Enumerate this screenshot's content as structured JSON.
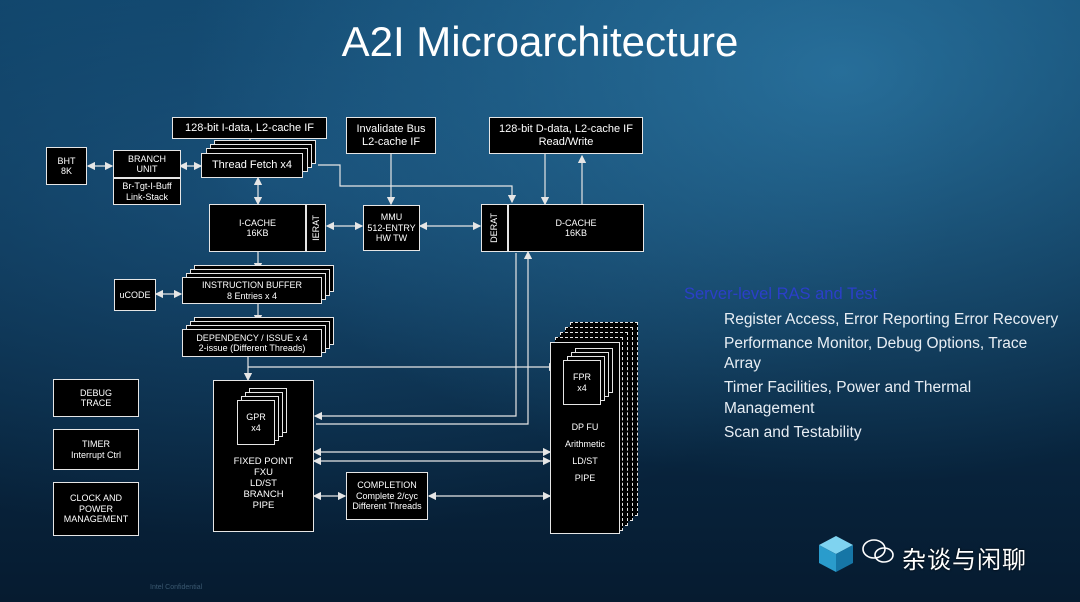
{
  "title": "A2I Microarchitecture",
  "blocks": {
    "idata_if": "128-bit I-data, L2-cache IF",
    "invalidate_bus_l1": "Invalidate Bus",
    "invalidate_bus_l2": "L2-cache IF",
    "ddata_if_l1": "128-bit D-data, L2-cache IF",
    "ddata_if_l2": "Read/Write",
    "bht_l1": "BHT",
    "bht_l2": "8K",
    "branch_unit_l1": "BRANCH",
    "branch_unit_l2": "UNIT",
    "branch_sub_l1": "Br-Tgt-I-Buff",
    "branch_sub_l2": "Link-Stack",
    "thread_fetch": "Thread Fetch x4",
    "icache_l1": "I-CACHE",
    "icache_l2": "16KB",
    "ierat": "IERAT",
    "mmu_l1": "MMU",
    "mmu_l2": "512-ENTRY",
    "mmu_l3": "HW TW",
    "derat": "DERAT",
    "dcache_l1": "D-CACHE",
    "dcache_l2": "16KB",
    "ucode": "uCODE",
    "ibuf_l1": "INSTRUCTION BUFFER",
    "ibuf_l2": "8 Entries x 4",
    "dep_l1": "DEPENDENCY / ISSUE x 4",
    "dep_l2": "2-issue (Different Threads)",
    "debug_l1": "DEBUG",
    "debug_l2": "TRACE",
    "timer_l1": "TIMER",
    "timer_l2": "Interrupt Ctrl",
    "clock_l1": "CLOCK AND",
    "clock_l2": "POWER",
    "clock_l3": "MANAGEMENT",
    "gpr_l1": "GPR",
    "gpr_l2": "x4",
    "fxu_l1": "FIXED POINT",
    "fxu_l2": "FXU",
    "fxu_l3": "LD/ST",
    "fxu_l4": "BRANCH",
    "fxu_l5": "PIPE",
    "completion_l1": "COMPLETION",
    "completion_l2": "Complete 2/cyc",
    "completion_l3": "Different Threads",
    "fpr_l1": "FPR",
    "fpr_l2": "x4",
    "fpu_l1": "DP FU",
    "fpu_l2": "Arithmetic",
    "fpu_l3": "LD/ST",
    "fpu_l4": "PIPE"
  },
  "ras": {
    "heading": "Server-level RAS and Test",
    "items": [
      "Register Access, Error Reporting Error Recovery",
      "Performance Monitor, Debug Options, Trace Array",
      "Timer Facilities, Power and Thermal Management",
      "Scan and Testability"
    ]
  },
  "watermark": "杂谈与闲聊",
  "footnote": "Intel Confidential",
  "colors": {
    "heading": "#2b3fc9",
    "box": "#000000",
    "line": "#e6e6e6"
  }
}
